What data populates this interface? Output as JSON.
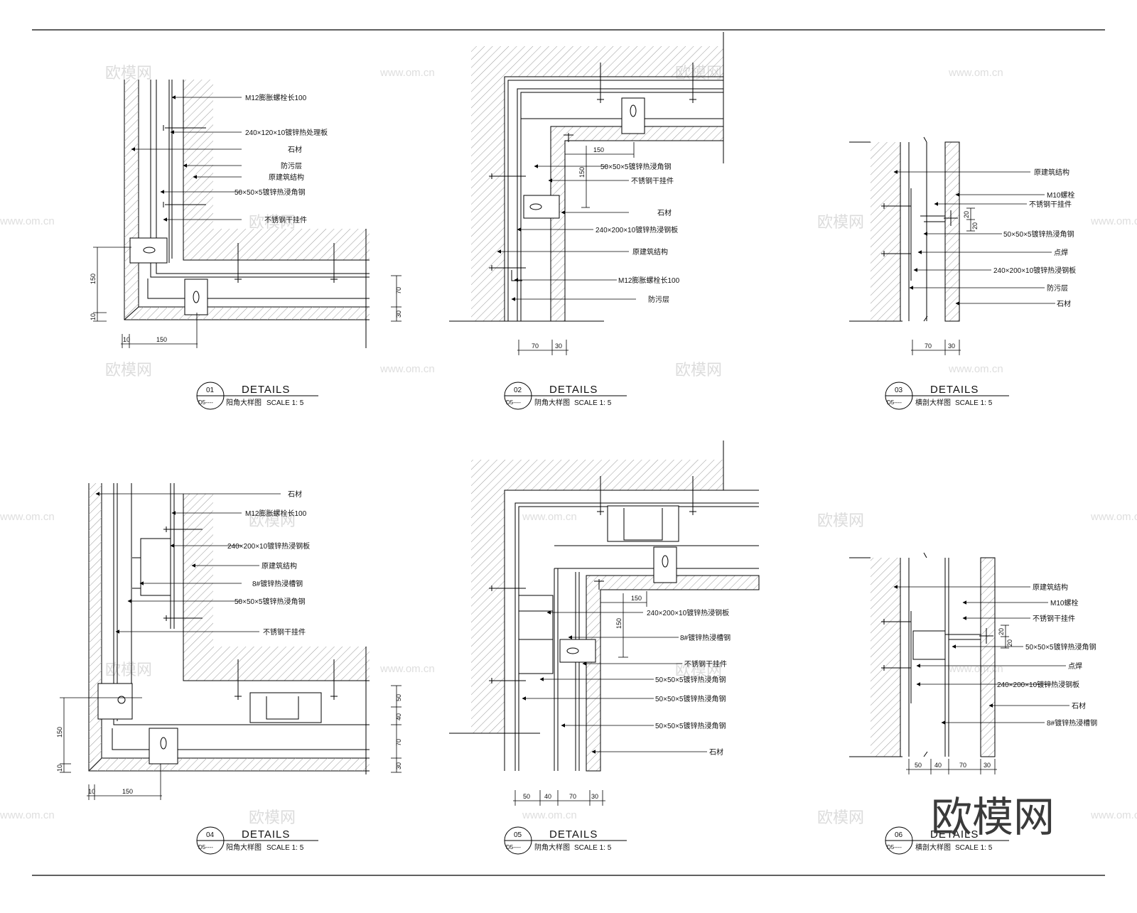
{
  "sheet": {
    "brand_mark": "欧模网",
    "watermark_text": "欧模网",
    "watermark_url": "www.om.cn"
  },
  "details": [
    {
      "number": "01",
      "title": "DETAILS",
      "sheet_ref": "D5----",
      "name": "阳角大样图",
      "scale": "SCALE  1: 5",
      "labels": [
        "M12膨胀螺栓长100",
        "240×120×10镀锌热处理板",
        "石材",
        "防污层",
        "原建筑结构",
        "50×50×5镀锌热浸角钢",
        "不锈钢干挂件"
      ],
      "dims": {
        "v": [
          "150",
          "10"
        ],
        "h": [
          "10",
          "150"
        ],
        "r": [
          "70",
          "30"
        ]
      }
    },
    {
      "number": "02",
      "title": "DETAILS",
      "sheet_ref": "D5----",
      "name": "阴角大样图",
      "scale": "SCALE  1: 5",
      "labels": [
        "50×50×5镀锌热浸角钢",
        "不锈钢干挂件",
        "石材",
        "240×200×10镀锌热浸钢板",
        "原建筑结构",
        "M12膨胀螺栓长100",
        "防污层"
      ],
      "dims": {
        "b": [
          "70",
          "30"
        ],
        "i": [
          "150",
          "150"
        ]
      }
    },
    {
      "number": "03",
      "title": "DETAILS",
      "sheet_ref": "D5----",
      "name": "横剖大样图",
      "scale": "SCALE  1: 5",
      "labels": [
        "原建筑结构",
        "M10螺栓",
        "不锈钢干挂件",
        "50×50×5镀锌热浸角钢",
        "点焊",
        "240×200×10镀锌热浸钢板",
        "防污层",
        "石材"
      ],
      "dims": {
        "b": [
          "70",
          "30"
        ],
        "i": [
          "20",
          "20"
        ]
      }
    },
    {
      "number": "04",
      "title": "DETAILS",
      "sheet_ref": "D5----",
      "name": "阳角大样图",
      "scale": "SCALE  1: 5",
      "labels": [
        "石材",
        "M12膨胀螺栓长100",
        "240×200×10镀锌热浸钢板",
        "原建筑结构",
        "8#镀锌热浸槽钢",
        "50×50×5镀锌热浸角钢",
        "不锈钢干挂件"
      ],
      "dims": {
        "v": [
          "150",
          "10"
        ],
        "h": [
          "10",
          "150"
        ],
        "r": [
          "50",
          "40",
          "70",
          "30"
        ]
      }
    },
    {
      "number": "05",
      "title": "DETAILS",
      "sheet_ref": "D5----",
      "name": "阴角大样图",
      "scale": "SCALE  1: 5",
      "labels": [
        "240×200×10镀锌热浸钢板",
        "8#镀锌热浸槽钢",
        "不锈钢干挂件",
        "50×50×5镀锌热浸角钢",
        "50×50×5镀锌热浸角钢",
        "50×50×5镀锌热浸角钢",
        "石材"
      ],
      "dims": {
        "b": [
          "50",
          "40",
          "70",
          "30"
        ],
        "i": [
          "150",
          "150"
        ]
      }
    },
    {
      "number": "06",
      "title": "DETAILS",
      "sheet_ref": "D5----",
      "name": "横剖大样图",
      "scale": "SCALE  1: 5",
      "labels": [
        "原建筑结构",
        "M10螺栓",
        "不锈钢干挂件",
        "50×50×5镀锌热浸角钢",
        "点焊",
        "240×200×10镀锌热浸钢板",
        "石材",
        "8#镀锌热浸槽钢"
      ],
      "dims": {
        "b": [
          "50",
          "40",
          "70",
          "30"
        ],
        "i": [
          "20",
          "20"
        ]
      }
    }
  ]
}
